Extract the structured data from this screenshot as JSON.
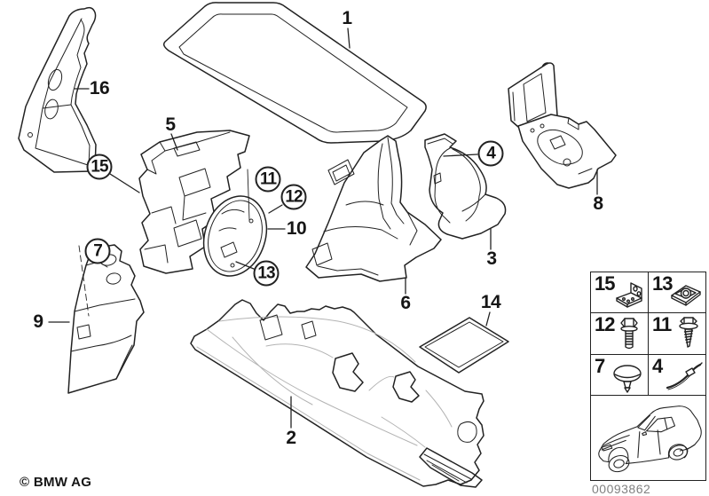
{
  "figure": {
    "copyright": "© BMW AG",
    "drawing_number": "00093862"
  },
  "callouts": {
    "plain": [
      {
        "id": "1"
      },
      {
        "id": "2"
      },
      {
        "id": "3"
      },
      {
        "id": "5"
      },
      {
        "id": "6"
      },
      {
        "id": "8"
      },
      {
        "id": "9"
      },
      {
        "id": "10"
      },
      {
        "id": "14"
      },
      {
        "id": "16"
      }
    ],
    "circled": [
      {
        "id": "4"
      },
      {
        "id": "7"
      },
      {
        "id": "11"
      },
      {
        "id": "12"
      },
      {
        "id": "13"
      },
      {
        "id": "15"
      }
    ]
  },
  "legend": {
    "items": [
      {
        "label": "15",
        "icon": "bracket-icon"
      },
      {
        "label": "13",
        "icon": "cage-nut-icon"
      },
      {
        "label": "12",
        "icon": "hex-bolt-icon"
      },
      {
        "label": "11",
        "icon": "self-tapping-screw-icon"
      },
      {
        "label": "7",
        "icon": "expanding-rivet-icon"
      },
      {
        "label": "4",
        "icon": "cable-strap-icon"
      }
    ],
    "vehicle_icon": "car-silhouette-icon"
  },
  "colors": {
    "line": "#222222",
    "muted_line": "#b3b3b3",
    "drawing_number_gray": "#808080"
  }
}
